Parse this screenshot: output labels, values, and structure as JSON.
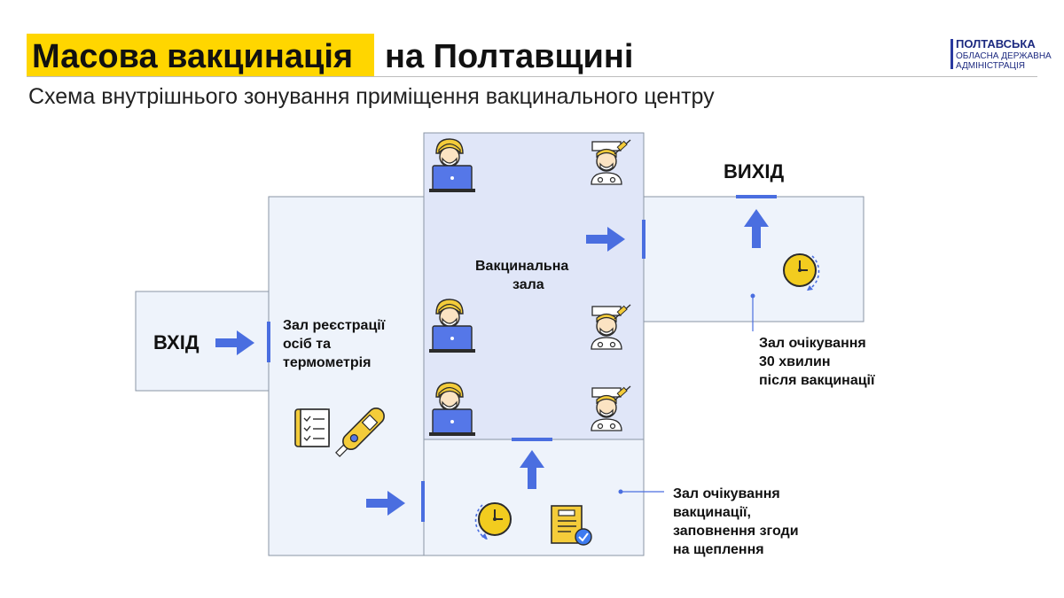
{
  "header": {
    "title_highlight": "Масова вакцинація",
    "title_rest": "на Полтавщині",
    "subtitle": "Схема внутрішнього зонування приміщення вакцинального центру"
  },
  "logo": {
    "line1": "ПОЛТАВСЬКА",
    "line2": "ОБЛАСНА ДЕРЖАВНА",
    "line3": "АДМІНІСТРАЦІЯ"
  },
  "zones": {
    "entrance": "ВХІД",
    "exit": "ВИХІД",
    "registration": [
      "Зал реєстрації",
      "осіб та",
      "термометрія"
    ],
    "vaccination": [
      "Вакцинальна",
      "зала"
    ],
    "post_wait": [
      "Зал очікування",
      "30 хвилин",
      "після вакцинації"
    ],
    "pre_wait": [
      "Зал очікування",
      "вакцинації,",
      "заповнення згоди",
      "на щеплення"
    ]
  },
  "colors": {
    "accent": "#4a6ee0",
    "room_fill": "#eef3fb",
    "vax_fill": "#e0e6f8",
    "room_border": "#8a95a5",
    "highlight": "#ffd600",
    "clock": "#f2cc1f"
  },
  "icons": [
    "laptop-doctor-icon",
    "nurse-syringe-icon",
    "checklist-icon",
    "thermometer-icon",
    "clock-icon",
    "consent-form-icon",
    "arrow-icon"
  ]
}
